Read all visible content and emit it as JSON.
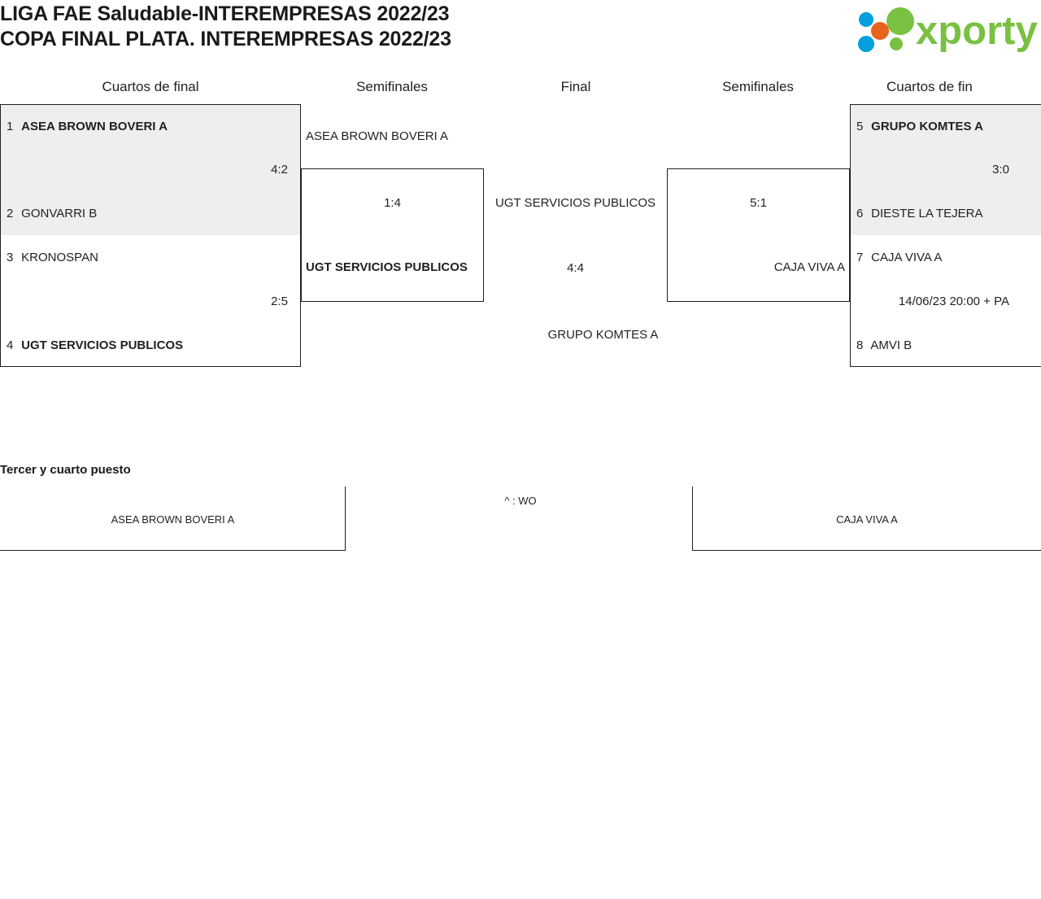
{
  "header": {
    "title_line1": "LIGA FAE Saludable-INTEREMPRESAS 2022/23",
    "title_line2": "COPA FINAL PLATA. INTEREMPRESAS 2022/23",
    "logo_text": "xporty",
    "logo_colors": {
      "green": "#7ac143",
      "blue": "#00a0df",
      "orange": "#e8621d"
    }
  },
  "round_headers": {
    "left_quarters": "Cuartos de final",
    "left_semis": "Semifinales",
    "final": "Final",
    "right_semis": "Semifinales",
    "right_quarters": "Cuartos de fin"
  },
  "bracket": {
    "left_quarterfinals": [
      {
        "score": "4:2",
        "shaded": true,
        "slots": [
          {
            "seed": "1",
            "team": "ASEA BROWN BOVERI A",
            "winner": true
          },
          {
            "seed": "2",
            "team": "GONVARRI B",
            "winner": false
          }
        ]
      },
      {
        "score": "2:5",
        "shaded": false,
        "slots": [
          {
            "seed": "3",
            "team": "KRONOSPAN",
            "winner": false
          },
          {
            "seed": "4",
            "team": "UGT SERVICIOS PUBLICOS",
            "winner": true
          }
        ]
      }
    ],
    "left_semifinal": {
      "score": "1:4",
      "slots": [
        {
          "team": "ASEA BROWN BOVERI A",
          "winner": false
        },
        {
          "team": "UGT SERVICIOS PUBLICOS",
          "winner": true
        }
      ]
    },
    "final": {
      "score": "4:4",
      "slots": [
        {
          "team": "UGT SERVICIOS PUBLICOS",
          "winner": false
        },
        {
          "team": "GRUPO KOMTES A",
          "winner": false
        }
      ]
    },
    "right_semifinal": {
      "score": "5:1",
      "slots": [
        {
          "team": "",
          "winner": false
        },
        {
          "team": "CAJA VIVA A",
          "winner": false
        }
      ]
    },
    "right_quarterfinals": [
      {
        "score": "3:0",
        "shaded": true,
        "slots": [
          {
            "seed": "5",
            "team": "GRUPO KOMTES A",
            "winner": true
          },
          {
            "seed": "6",
            "team": "DIESTE LA TEJERA",
            "winner": false
          }
        ]
      },
      {
        "score": "14/06/23 20:00 + PA",
        "shaded": false,
        "slots": [
          {
            "seed": "7",
            "team": "CAJA VIVA A",
            "winner": false
          },
          {
            "seed": "8",
            "team": "AMVI B",
            "winner": false
          }
        ]
      }
    ]
  },
  "third_place": {
    "label": "Tercer y cuarto puesto",
    "left_team": "ASEA BROWN BOVERI A",
    "score": "^ : WO",
    "right_team": "CAJA VIVA A"
  }
}
